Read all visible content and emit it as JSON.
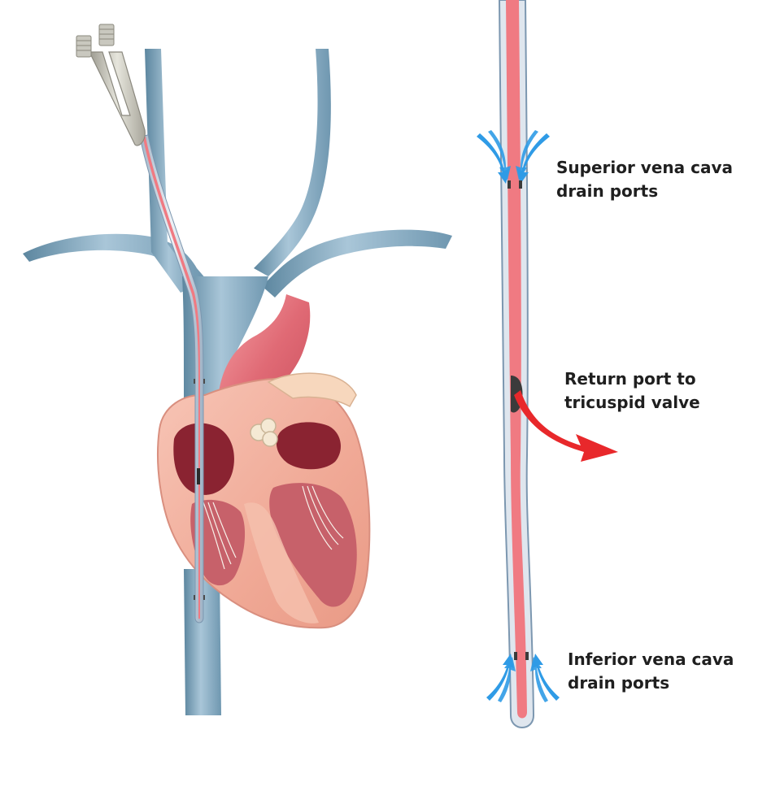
{
  "labels": {
    "svc": {
      "line1": "Superior vena cava",
      "line2": "drain ports"
    },
    "return": {
      "line1": "Return port to",
      "line2": "tricuspid valve"
    },
    "ivc": {
      "line1": "Inferior vena cava",
      "line2": "drain ports"
    }
  },
  "colors": {
    "vein_blue": "#7fa6bf",
    "vein_blue_dark": "#5c869f",
    "catheter_red": "#f07a82",
    "aorta_red": "#e9747f",
    "heart_pink": "#f4b7a8",
    "heart_tissue": "#f6cbb8",
    "flow_arrow_blue": "#2f9be6",
    "return_arrow_red": "#e8282b",
    "connector_gray": "#d2d1c8"
  }
}
